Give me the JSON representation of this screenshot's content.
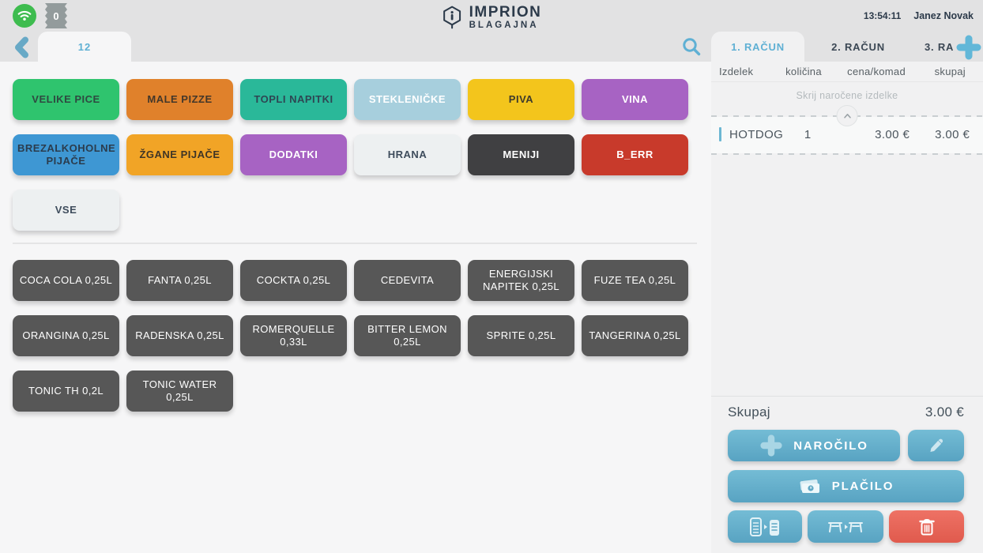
{
  "colors": {
    "accent_blue": "#5fb0d4",
    "danger_red": "#e4695c",
    "dark_navy": "#2c3a4a",
    "product_gray": "#575757"
  },
  "topbar": {
    "badge_count": "0",
    "logo_title": "IMPRION",
    "logo_subtitle": "BLAGAJNA",
    "time": "13:54:11",
    "user_name": "Janez Novak"
  },
  "nav": {
    "table_tab_label": "12"
  },
  "receipt_tabs": [
    {
      "label": "1. RAČUN",
      "active": true
    },
    {
      "label": "2. RAČUN",
      "active": false
    },
    {
      "label": "3. RA",
      "active": false
    }
  ],
  "categories": [
    {
      "label": "VELIKE PICE",
      "bg": "#2fc46e",
      "fg": "#2f4a41",
      "selected": false
    },
    {
      "label": "MALE PIZZE",
      "bg": "#e0812b",
      "fg": "#43372a",
      "selected": false
    },
    {
      "label": "TOPLI NAPITKI",
      "bg": "#2ab899",
      "fg": "#2e4653",
      "selected": false
    },
    {
      "label": "STEKLENIČKE",
      "bg": "#a7cfdd",
      "fg": "#ffffff",
      "selected": true
    },
    {
      "label": "PIVA",
      "bg": "#f3c51c",
      "fg": "#3e3b2c",
      "selected": false
    },
    {
      "label": "VINA",
      "bg": "#a763c3",
      "fg": "#ffffff",
      "selected": false
    },
    {
      "label": "BREZALKOHOLNE PIJAČE",
      "bg": "#3e97d3",
      "fg": "#2b3c4d",
      "selected": false
    },
    {
      "label": "ŽGANE PIJAČE",
      "bg": "#f1a426",
      "fg": "#3f3526",
      "selected": false
    },
    {
      "label": "DODATKI",
      "bg": "#a763c3",
      "fg": "#ffffff",
      "selected": false
    },
    {
      "label": "HRANA",
      "bg": "#edf0f1",
      "fg": "#3e4c5c",
      "selected": false
    },
    {
      "label": "MENIJI",
      "bg": "#404042",
      "fg": "#ffffff",
      "selected": false
    },
    {
      "label": "B_ERR",
      "bg": "#c83a2b",
      "fg": "#ffffff",
      "selected": false
    },
    {
      "label": "VSE",
      "bg": "#edf0f1",
      "fg": "#3e4c5c",
      "selected": false
    }
  ],
  "products": [
    {
      "label": "COCA COLA 0,25L"
    },
    {
      "label": "FANTA 0,25L"
    },
    {
      "label": "COCKTA 0,25L"
    },
    {
      "label": "CEDEVITA"
    },
    {
      "label": "ENERGIJSKI NAPITEK 0,25L"
    },
    {
      "label": "FUZE TEA 0,25L"
    },
    {
      "label": "ORANGINA 0,25L"
    },
    {
      "label": "RADENSKA 0,25L"
    },
    {
      "label": "ROMERQUELLE 0,33L"
    },
    {
      "label": "BITTER LEMON 0,25L"
    },
    {
      "label": "SPRITE 0,25L"
    },
    {
      "label": "TANGERINA 0,25L"
    },
    {
      "label": "TONIC TH 0,2L"
    },
    {
      "label": "TONIC WATER 0,25L"
    }
  ],
  "receipt": {
    "columns": {
      "item": "Izdelek",
      "qty": "količina",
      "unit": "cena/komad",
      "total": "skupaj"
    },
    "hide_orders_label": "Skrij naročene izdelke",
    "items": [
      {
        "name": "HOTDOG",
        "qty": "1",
        "unit_price": "3.00 €",
        "total": "3.00 €"
      }
    ],
    "summary": {
      "label": "Skupaj",
      "value": "3.00 €"
    },
    "actions": {
      "order": "NAROČILO",
      "pay": "PLAČILO"
    }
  }
}
